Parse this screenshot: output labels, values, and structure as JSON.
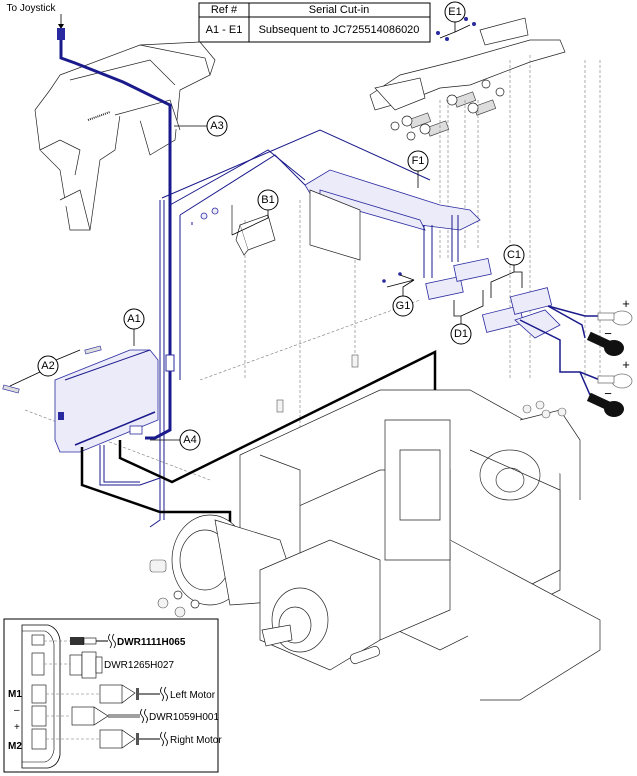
{
  "serial_table": {
    "headers": [
      "Ref #",
      "Serial Cut-in"
    ],
    "rows": [
      [
        "A1 - E1",
        "Subsequent to JC725514086020"
      ]
    ]
  },
  "annotations": {
    "to_joystick": "To Joystick",
    "plus_1": "+",
    "minus_1": "−",
    "plus_2": "+",
    "minus_2": "−"
  },
  "callouts": {
    "A1": "A1",
    "A2": "A2",
    "A3": "A3",
    "A4": "A4",
    "B1": "B1",
    "C1": "C1",
    "D1": "D1",
    "E1": "E1",
    "F1": "F1",
    "G1": "G1"
  },
  "inset": {
    "port_labels": {
      "m1": "M1",
      "minus": "–",
      "plus": "+",
      "m2": "M2"
    },
    "connections": [
      {
        "label": "DWR1111H065"
      },
      {
        "label": "DWR1265H027"
      },
      {
        "label": "Left Motor"
      },
      {
        "label": "DWR1059H001"
      },
      {
        "label": "Right Motor"
      }
    ]
  },
  "colors": {
    "harness_blue": "#1a1a8c",
    "harness_black": "#000000",
    "part_highlight": "#2a2aa0"
  }
}
